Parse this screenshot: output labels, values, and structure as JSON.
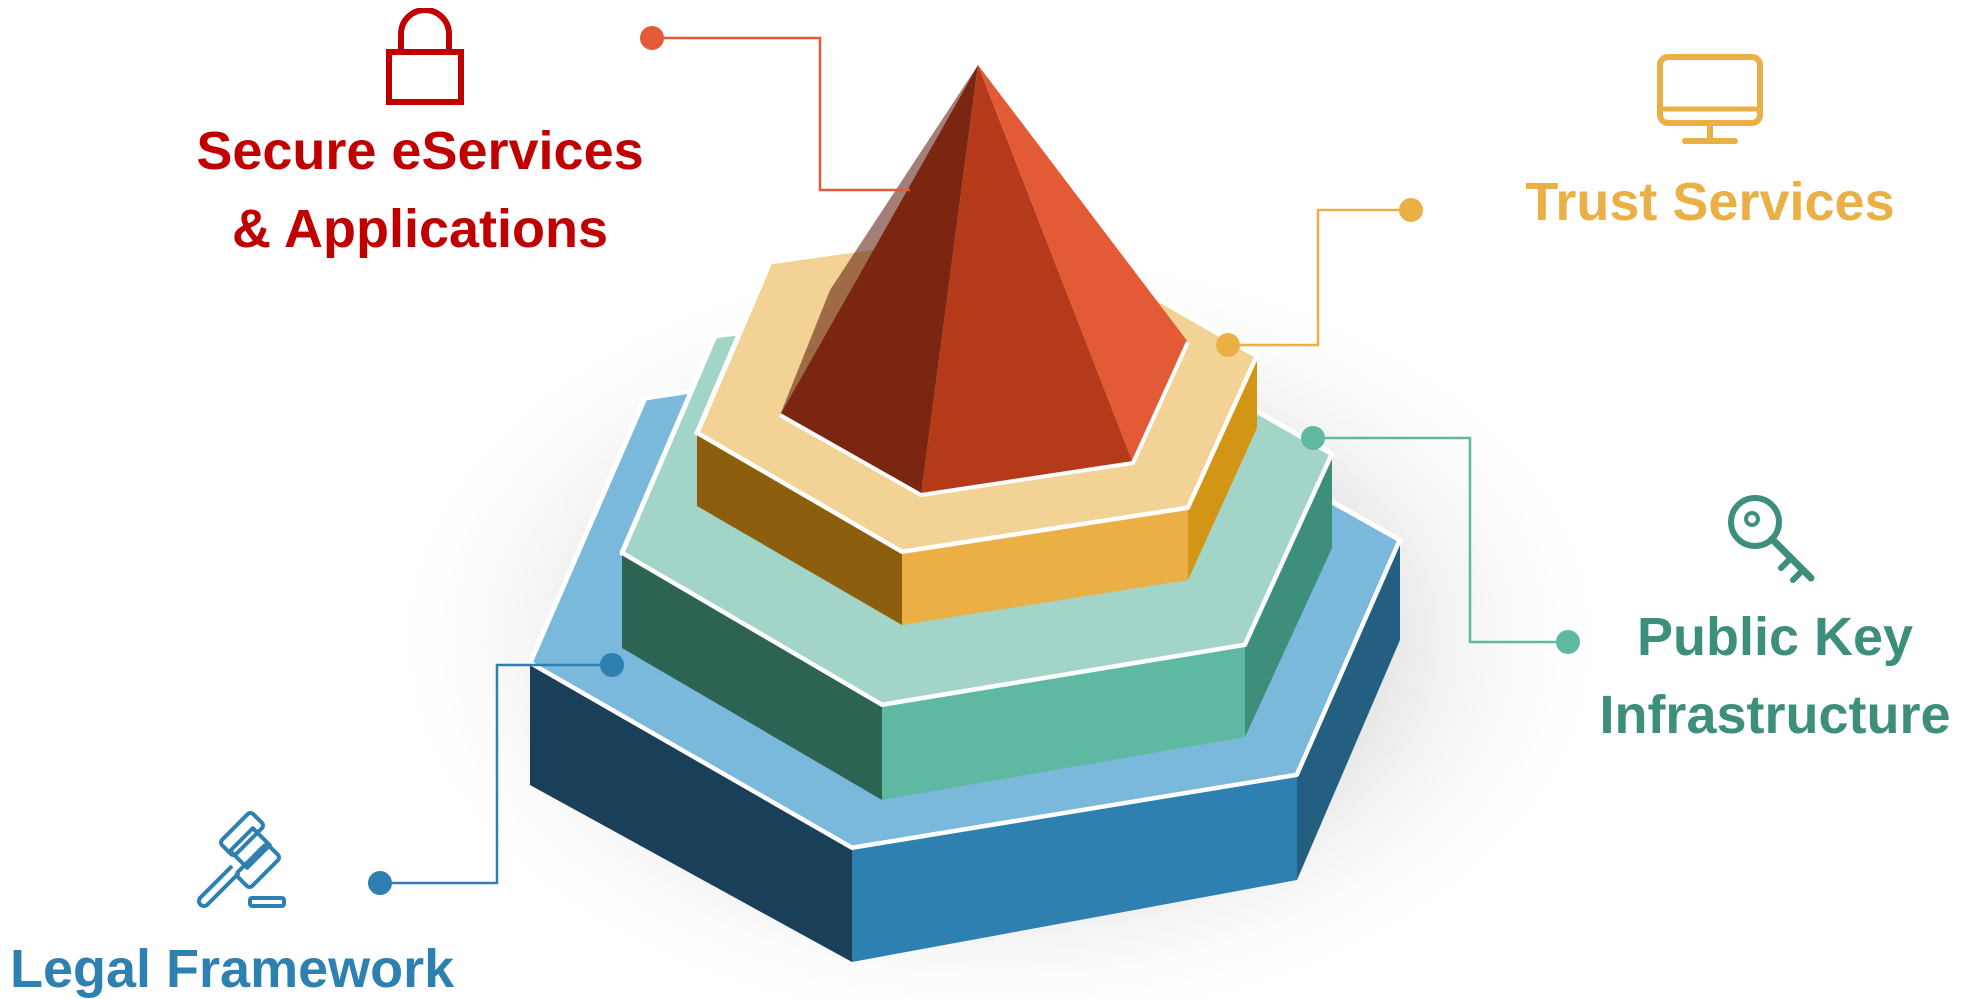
{
  "layers": [
    {
      "id": "secure",
      "title_lines": [
        "Secure eServices",
        "& Applications"
      ],
      "color": "#C00000",
      "icon": "lock-icon"
    },
    {
      "id": "trust",
      "title_lines": [
        "Trust Services"
      ],
      "color": "#EBB045",
      "icon": "monitor-icon"
    },
    {
      "id": "pki",
      "title_lines": [
        "Public Key",
        "Infrastructure"
      ],
      "color": "#3D8F7C",
      "icon": "key-icon"
    },
    {
      "id": "legal",
      "title_lines": [
        "Legal Framework"
      ],
      "color": "#2E80B0",
      "icon": "gavel-icon"
    }
  ],
  "palette": {
    "pyramid_left": "#7A2610",
    "pyramid_front": "#B53A1A",
    "pyramid_right": "#E35B36",
    "trust_top": "#F3D395",
    "trust_front": "#EBB045",
    "trust_left": "#8C5E0E",
    "trust_right": "#D39516",
    "pki_top": "#A2D5C7",
    "pki_front": "#5FB8A1",
    "pki_left": "#2C6353",
    "pki_right": "#3D8F7C",
    "legal_top": "#7AB8DC",
    "legal_front": "#2E80B0",
    "legal_left": "#1A3F58",
    "legal_right": "#245F82",
    "connector_secure": "#E35B36",
    "connector_trust": "#EBB045",
    "connector_pki": "#5FB8A1",
    "connector_legal": "#2E80B0"
  }
}
